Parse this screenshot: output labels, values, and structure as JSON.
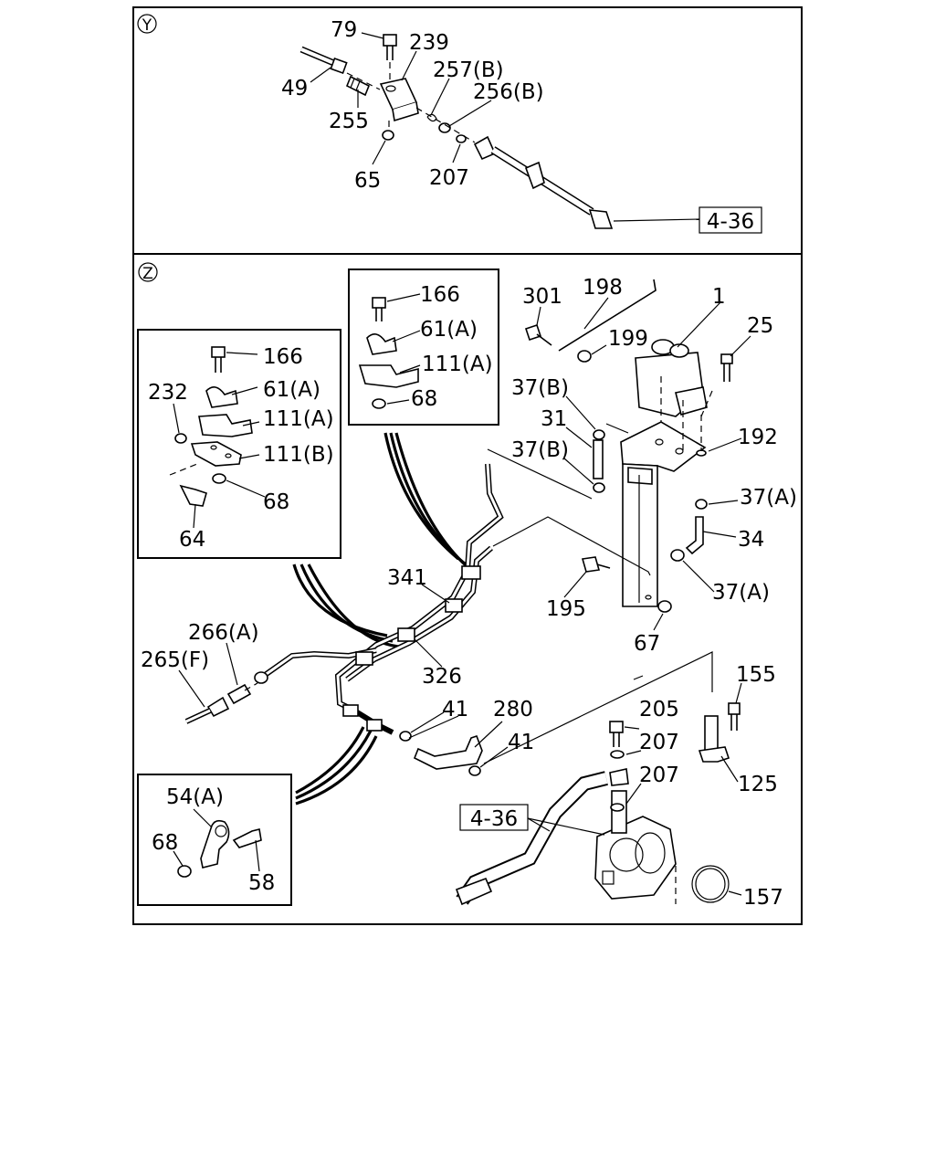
{
  "panels": {
    "y": {
      "marker": "Y"
    },
    "z": {
      "marker": "Z"
    }
  },
  "ref_boxes": {
    "top": "4-36",
    "bottom": "4-36"
  },
  "labels": {
    "y": [
      "79",
      "239",
      "257(B)",
      "49",
      "256(B)",
      "255",
      "65",
      "207"
    ],
    "z_main": [
      "301",
      "198",
      "1",
      "25",
      "199",
      "37(B)",
      "31",
      "37(B)",
      "192",
      "37(A)",
      "34",
      "195",
      "37(A)",
      "67",
      "341",
      "326",
      "266(A)",
      "265(F)",
      "41",
      "280",
      "41",
      "205",
      "207",
      "207",
      "155",
      "125",
      "157"
    ],
    "inset_top": [
      "166",
      "61(A)",
      "111(A)",
      "68"
    ],
    "inset_left": [
      "166",
      "232",
      "61(A)",
      "111(A)",
      "111(B)",
      "68",
      "64"
    ],
    "inset_bottom": [
      "54(A)",
      "68",
      "58"
    ]
  }
}
